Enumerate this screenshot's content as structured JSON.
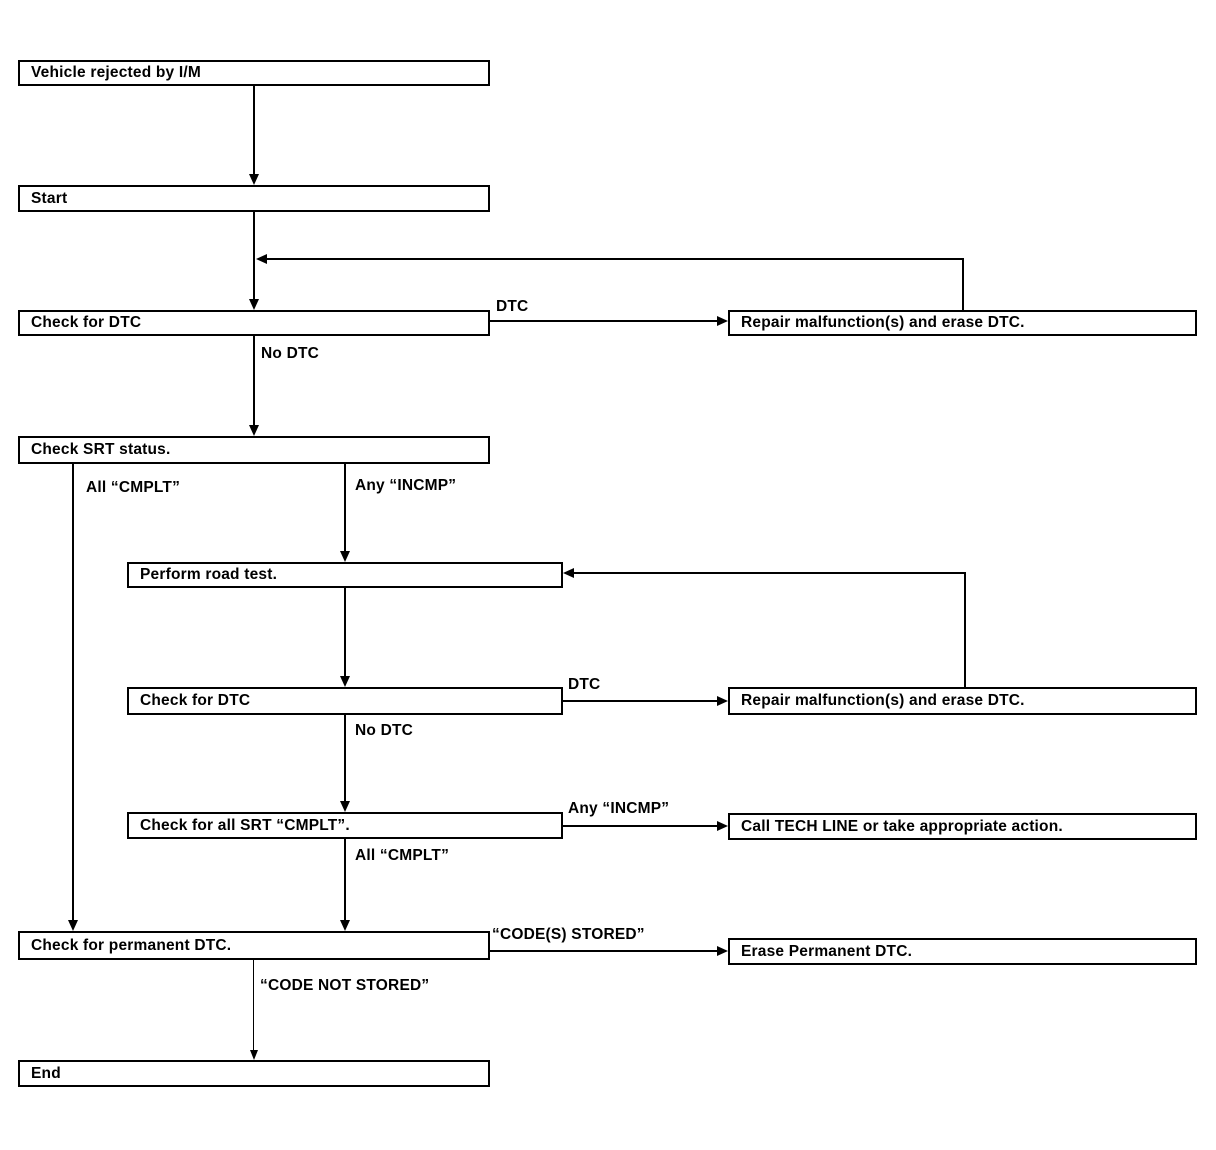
{
  "nodes": {
    "vehicle_rejected": {
      "label": "Vehicle rejected by I/M"
    },
    "start": {
      "label": "Start"
    },
    "check_dtc_1": {
      "label": "Check for DTC"
    },
    "repair_1": {
      "label": "Repair malfunction(s) and erase DTC."
    },
    "check_srt": {
      "label": "Check SRT status."
    },
    "road_test": {
      "label": "Perform road test."
    },
    "check_dtc_2": {
      "label": "Check for DTC"
    },
    "repair_2": {
      "label": "Repair malfunction(s) and erase DTC."
    },
    "check_all_srt": {
      "label": "Check for all SRT “CMPLT”."
    },
    "tech_line": {
      "label": "Call TECH LINE or take appropriate action."
    },
    "check_permanent": {
      "label": "Check for permanent DTC."
    },
    "erase_permanent": {
      "label": "Erase Permanent DTC."
    },
    "end": {
      "label": "End"
    }
  },
  "edge_labels": {
    "dtc_1": "DTC",
    "no_dtc_1": "No DTC",
    "all_cmplt_1": "All “CMPLT”",
    "any_incmp_1": "Any “INCMP”",
    "dtc_2": "DTC",
    "no_dtc_2": "No DTC",
    "any_incmp_2": "Any “INCMP”",
    "all_cmplt_2": "All “CMPLT”",
    "codes_stored": "“CODE(S) STORED”",
    "code_not_stored": "“CODE NOT STORED”"
  },
  "colors": {
    "line": "#000000",
    "background": "#ffffff",
    "text": "#000000"
  }
}
